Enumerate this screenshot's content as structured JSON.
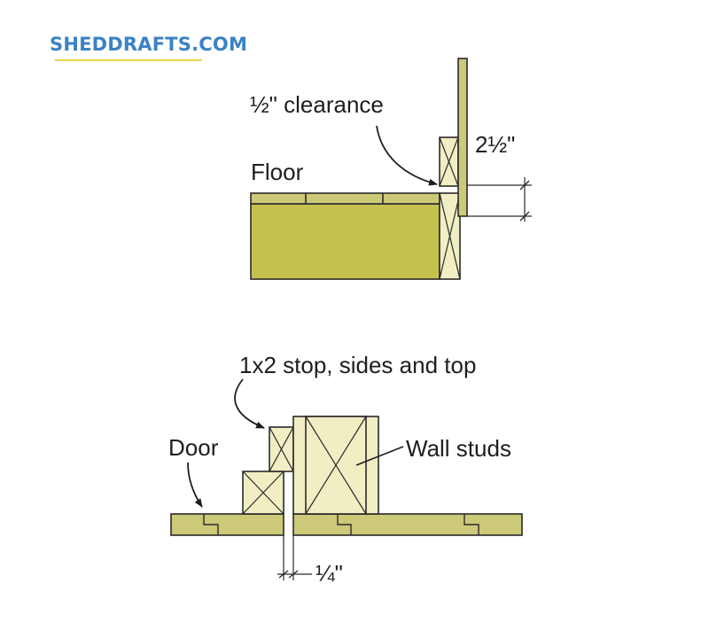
{
  "logo": {
    "text": "SHEDDRAFTS.COM",
    "color": "#3b82c4",
    "underline_color": "#e8d84a"
  },
  "colors": {
    "wood": "#ccc979",
    "joist": "#c5c14f",
    "stud": "#f1eec4",
    "line": "#2a2a2a"
  },
  "top_detail": {
    "clearance_label": "½\" clearance",
    "height_label": "2½\"",
    "floor_label": "Floor"
  },
  "bottom_detail": {
    "stop_label": "1x2 stop, sides and top",
    "door_label": "Door",
    "studs_label": "Wall studs",
    "gap_label": "¼\""
  }
}
